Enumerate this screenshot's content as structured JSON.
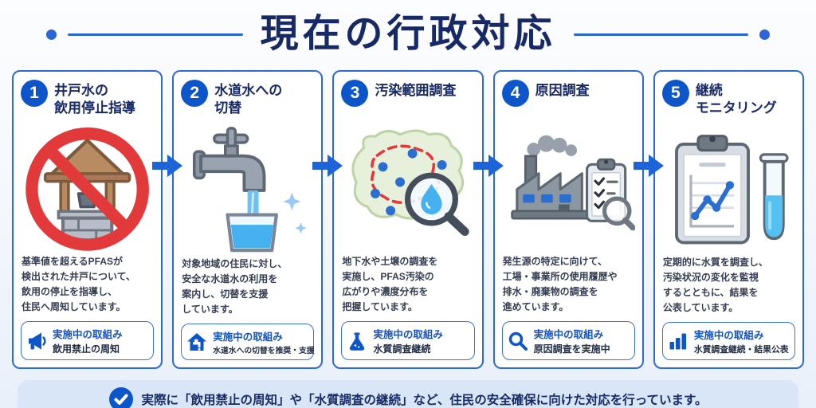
{
  "header": {
    "title": "現在の行政対応"
  },
  "steps": [
    {
      "number": "1",
      "title": "井戸水の\n飲用停止指導",
      "body": "基準値を超えるPFASが\n検出された井戸について、\n飲用の停止を指導し、\n住民へ周知しています。",
      "icon": "no-drinking-well",
      "badge": {
        "icon": "megaphone",
        "label": "実施中の取組み",
        "value": "飲用禁止の周知"
      }
    },
    {
      "number": "2",
      "title": "水道水への\n切替",
      "body": "対象地域の住民に対し、\n安全な水道水の利用を\n案内し、切替を支援\nしています。",
      "icon": "faucet-glass",
      "badge": {
        "icon": "house-faucet",
        "label": "実施中の取組み",
        "value": "水道水への切替を推奨・支援"
      }
    },
    {
      "number": "3",
      "title": "汚染範囲調査",
      "body": "地下水や土壌の調査を\n実施し、PFAS汚染の\n広がりや濃度分布を\n把握しています。",
      "icon": "map-survey",
      "badge": {
        "icon": "flask",
        "label": "実施中の取組み",
        "value": "水質調査継続"
      }
    },
    {
      "number": "4",
      "title": "原因調査",
      "body": "発生源の特定に向けて、\n工場・事業所の使用履歴や\n排水・廃棄物の調査を\n進めています。",
      "icon": "factory-checklist",
      "badge": {
        "icon": "magnifier",
        "label": "実施中の取組み",
        "value": "原因調査を実施中"
      }
    },
    {
      "number": "5",
      "title": "継続\nモニタリング",
      "body": "定期的に水質を調査し、\n汚染状況の変化を監視\nするとともに、結果を\n公表しています。",
      "icon": "clipboard-chart-testtube",
      "badge": {
        "icon": "bar-chart",
        "label": "実施中の取組み",
        "value": "水質調査継続・結果公表"
      }
    }
  ],
  "footer": {
    "text": "実際に「飲用禁止の周知」や「水質調査の継続」など、住民の安全確保に向けた対応を行っています。"
  },
  "colors": {
    "accent": "#0d56c9",
    "navy": "#182a66",
    "card-border": "#2e6ad3",
    "arrow": "#1c64d8",
    "badge-label": "#1453c0",
    "footer-bg": "#d9e6f7",
    "red": "#e23a3a",
    "body-text": "#343d52",
    "line": "#2a66d4"
  }
}
